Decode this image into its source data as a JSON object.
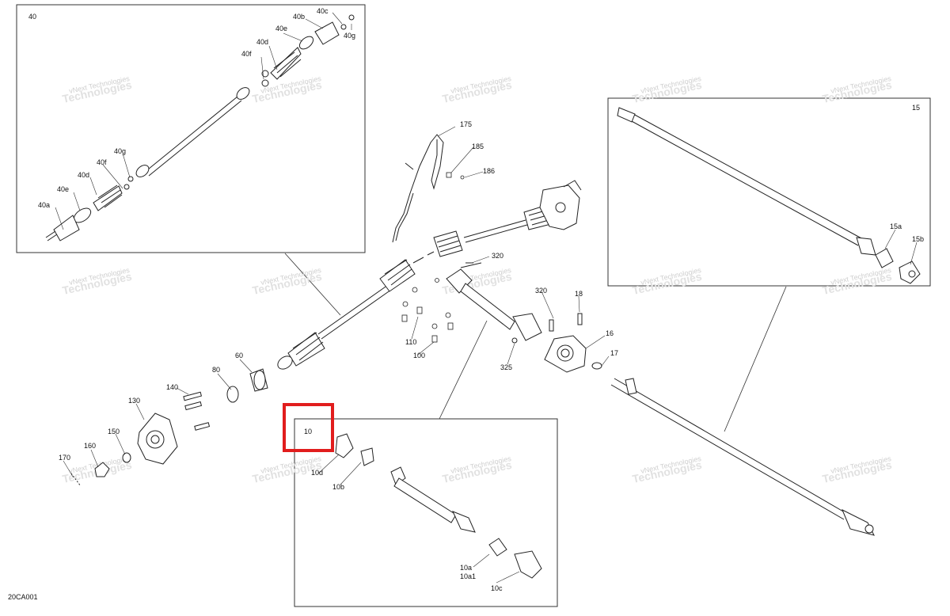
{
  "diagram_code": "20CA001",
  "watermark": {
    "line1": "vNext Technologies",
    "line2": "Technologies"
  },
  "insets": {
    "front_axle": "40",
    "rear_shaft": "15",
    "drive_shaft": "10"
  },
  "callouts": {
    "c40a": "40a",
    "c40b": "40b",
    "c40c": "40c",
    "c40d_top": "40d",
    "c40d_bot": "40d",
    "c40e_top": "40e",
    "c40e_bot": "40e",
    "c40f_top": "40f",
    "c40f_bot": "40f",
    "c40g_top": "40g",
    "c40g_bot": "40g",
    "c175": "175",
    "c185": "185",
    "c186": "186",
    "c320a": "320",
    "c320b": "320",
    "c18": "18",
    "c16": "16",
    "c17": "17",
    "c325": "325",
    "c110": "110",
    "c100": "100",
    "c60": "60",
    "c80": "80",
    "c140": "140",
    "c130": "130",
    "c150": "150",
    "c160": "160",
    "c170": "170",
    "c15a": "15a",
    "c15b": "15b",
    "c10d": "10d",
    "c10b": "10b",
    "c10a": "10a",
    "c10a1": "10a1",
    "c10c": "10c"
  }
}
